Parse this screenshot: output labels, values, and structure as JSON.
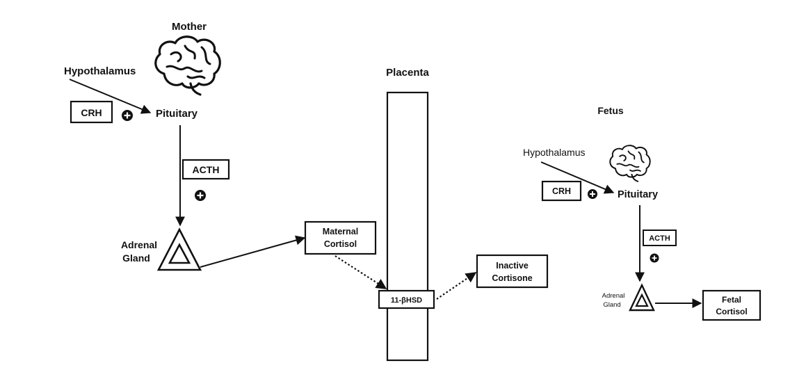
{
  "mother": {
    "heading": "Mother",
    "hypothalamus": "Hypothalamus",
    "pituitary": "Pituitary",
    "crh": "CRH",
    "acth": "ACTH",
    "adrenal_line1": "Adrenal",
    "adrenal_line2": "Gland",
    "cortisol_line1": "Maternal",
    "cortisol_line2": "Cortisol"
  },
  "placenta": {
    "heading": "Placenta",
    "enzyme": "11-βHSD",
    "product_line1": "Inactive",
    "product_line2": "Cortisone"
  },
  "fetus": {
    "heading": "Fetus",
    "hypothalamus": "Hypothalamus",
    "pituitary": "Pituitary",
    "crh": "CRH",
    "acth": "ACTH",
    "adrenal_line1": "Adrenal",
    "adrenal_line2": "Gland",
    "cortisol_line1": "Fetal",
    "cortisol_line2": "Cortisol"
  },
  "icons": {
    "plus": "plus-circle-icon",
    "brain": "brain-icon",
    "gland": "adrenal-triangle-icon"
  },
  "colors": {
    "stroke": "#111111",
    "background": "#ffffff"
  }
}
